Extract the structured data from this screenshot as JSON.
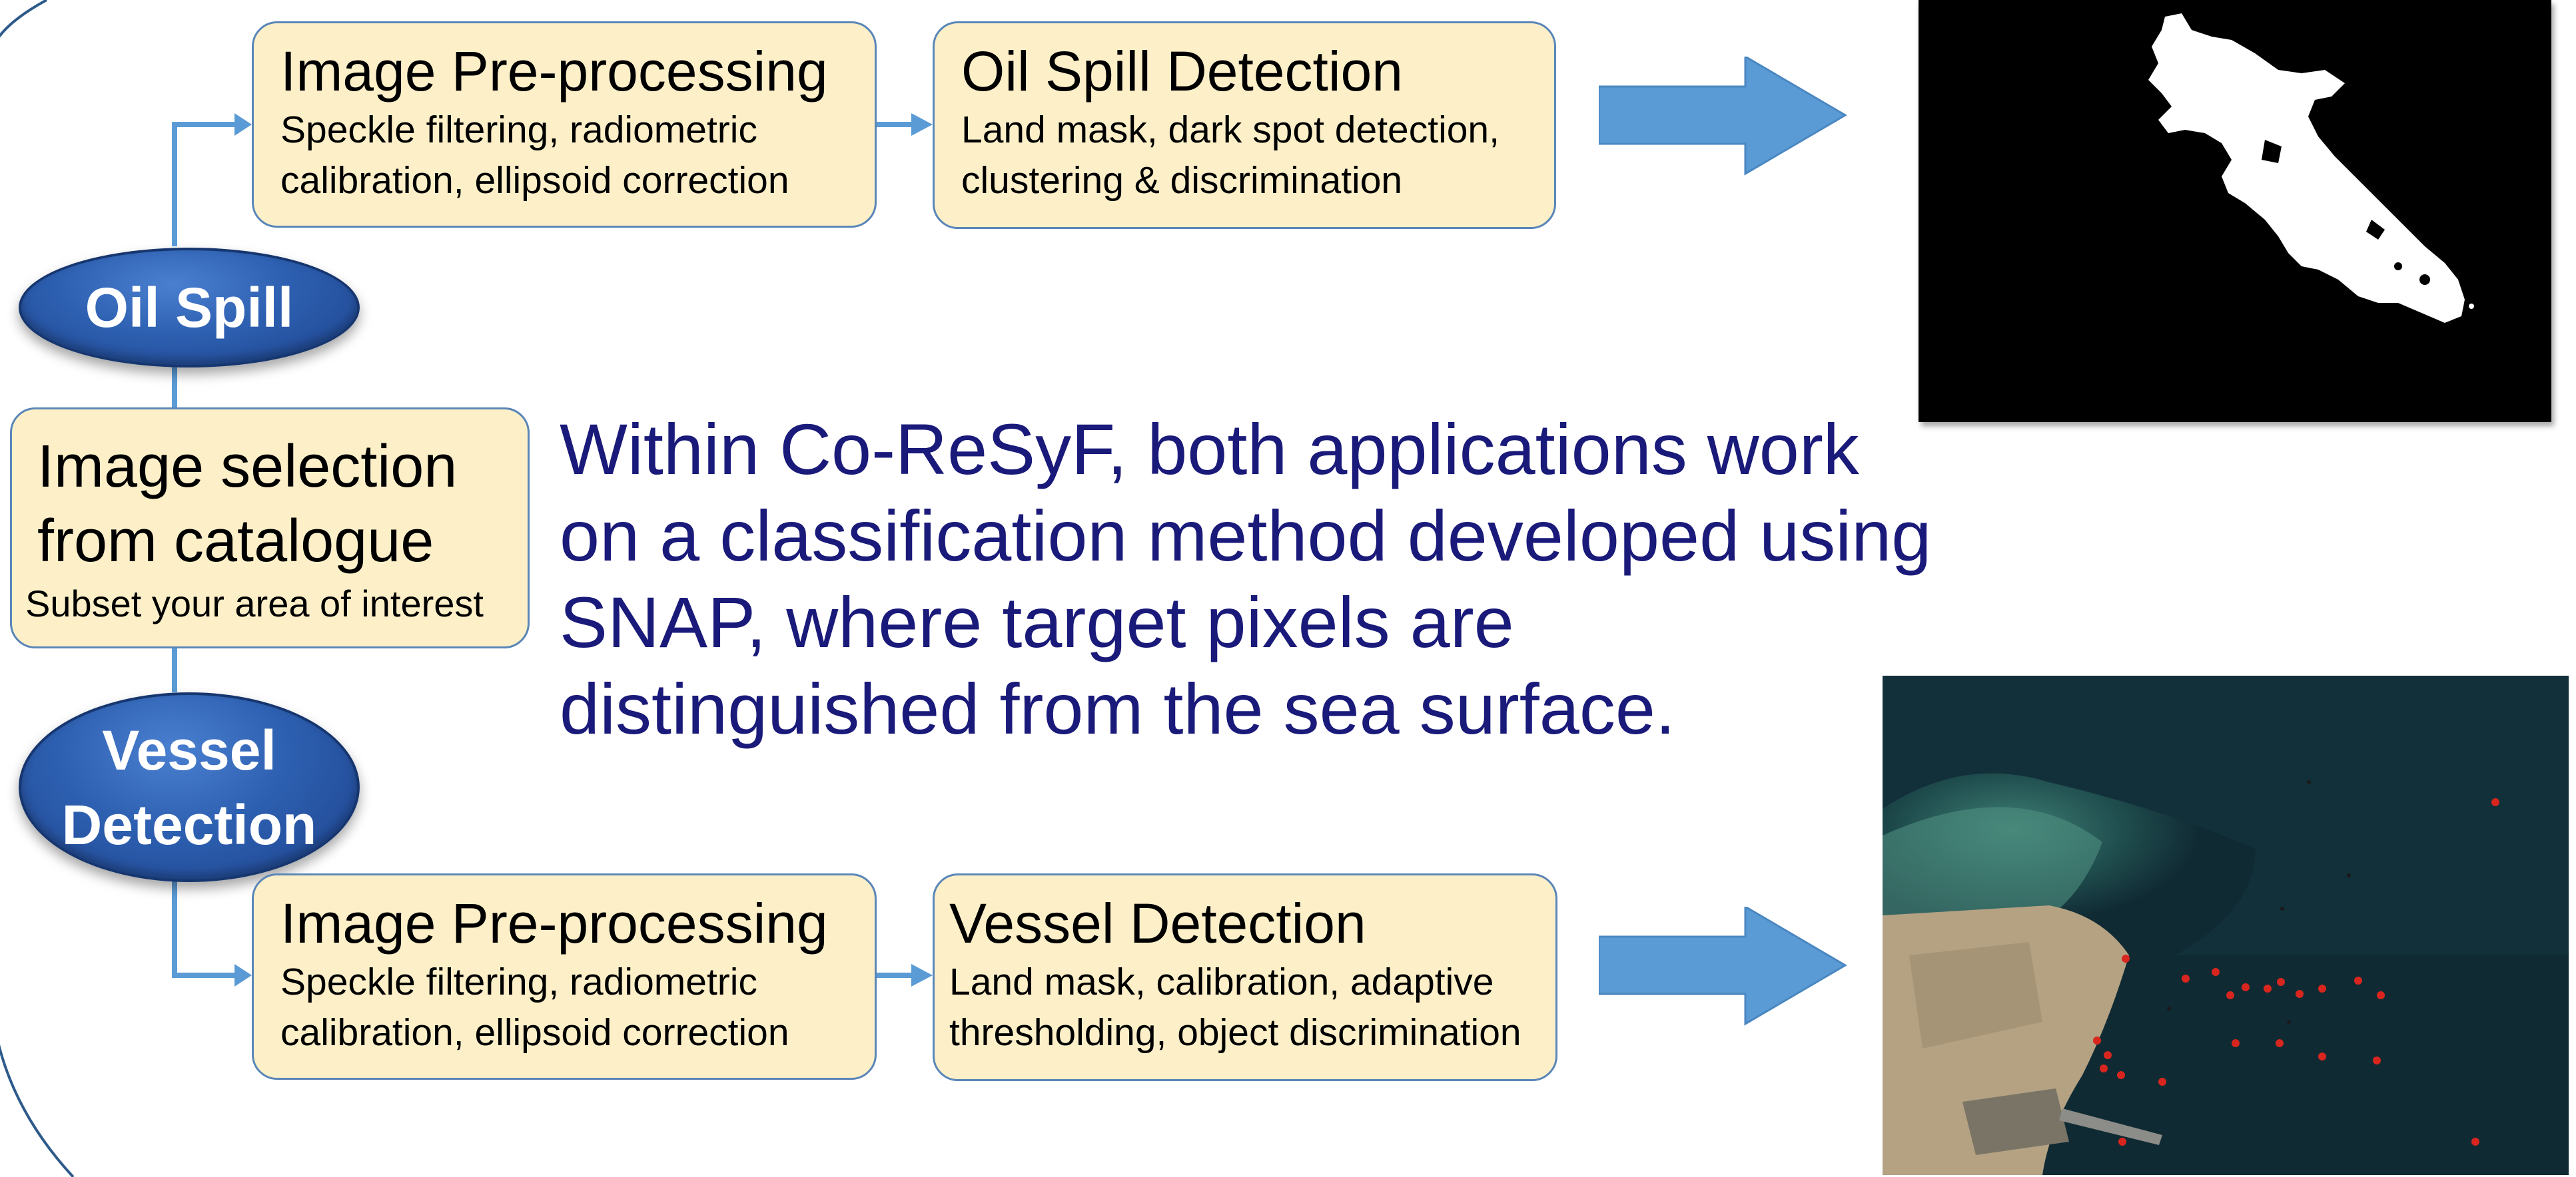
{
  "oil_spill": {
    "label": "Oil Spill",
    "preprocessing": {
      "title": "Image Pre-processing",
      "line1": "Speckle filtering, radiometric",
      "line2": "calibration, ellipsoid correction"
    },
    "detection": {
      "title": "Oil Spill Detection",
      "line1": "Land mask, dark spot detection,",
      "line2": "clustering & discrimination"
    }
  },
  "selection": {
    "line1": "Image selection",
    "line2": "from catalogue",
    "subtitle": "Subset your area of interest"
  },
  "vessel": {
    "label_line1": "Vessel",
    "label_line2": "Detection",
    "preprocessing": {
      "title": "Image Pre-processing",
      "line1": "Speckle filtering, radiometric",
      "line2": "calibration, ellipsoid correction"
    },
    "detection": {
      "title": "Vessel Detection",
      "line1": "Land mask, calibration, adaptive",
      "line2": "thresholding, object discrimination"
    }
  },
  "description": "Within Co-ReSyF, both applications work on a classification method developed using SNAP, where target pixels are distinguished from the sea surface.",
  "colors": {
    "box_fill": "#fdf0c9",
    "box_border": "#5a86b8",
    "connector": "#5b9bd5",
    "ellipse": "#2d5fb0",
    "description_text": "#1a1a7a"
  }
}
